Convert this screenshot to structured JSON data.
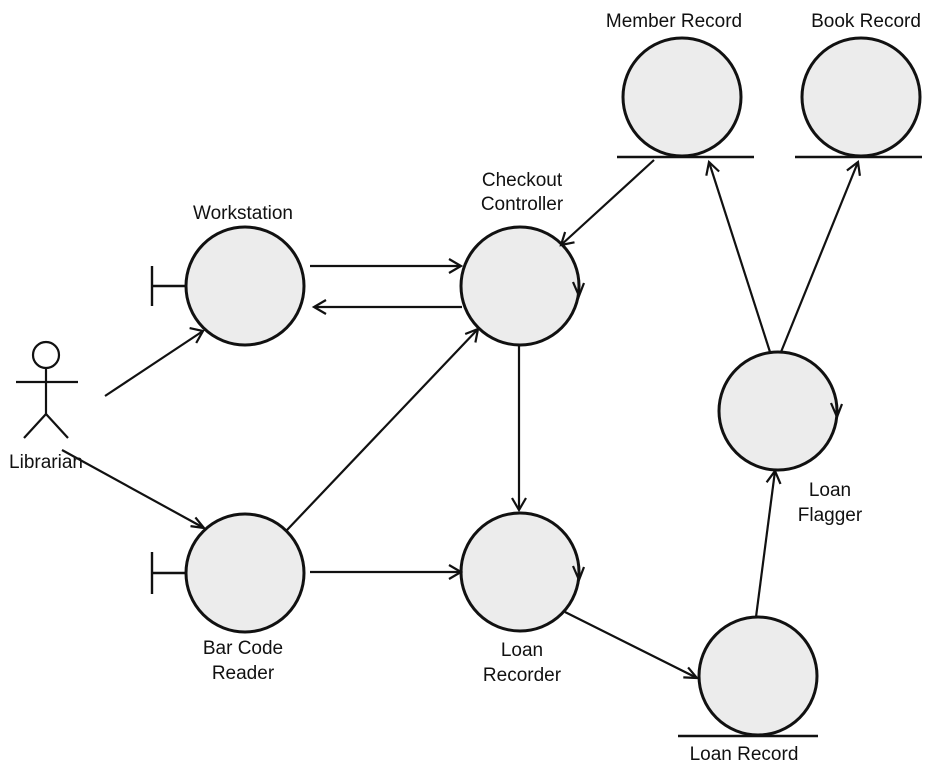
{
  "colors": {
    "node_fill": "#ececec",
    "stroke": "#111111",
    "background": "#ffffff"
  },
  "actor": {
    "label": "Librarian",
    "icon": "stick-figure-icon"
  },
  "nodes": {
    "workstation": {
      "type": "boundary",
      "label": "Workstation"
    },
    "barcode_reader": {
      "type": "boundary",
      "label_lines": [
        "Bar Code",
        "Reader"
      ]
    },
    "checkout_controller": {
      "type": "control",
      "label_lines": [
        "Checkout",
        "Controller"
      ]
    },
    "loan_recorder": {
      "type": "control",
      "label_lines": [
        "Loan",
        "Recorder"
      ]
    },
    "loan_flagger": {
      "type": "control",
      "label_lines": [
        "Loan",
        "Flagger"
      ]
    },
    "member_record": {
      "type": "entity",
      "label": "Member Record"
    },
    "book_record": {
      "type": "entity",
      "label": "Book Record"
    },
    "loan_record": {
      "type": "entity",
      "label": "Loan Record"
    }
  },
  "edges": [
    {
      "from": "librarian",
      "to": "workstation"
    },
    {
      "from": "librarian",
      "to": "barcode_reader"
    },
    {
      "from": "workstation",
      "to": "checkout_controller"
    },
    {
      "from": "checkout_controller",
      "to": "workstation"
    },
    {
      "from": "barcode_reader",
      "to": "checkout_controller"
    },
    {
      "from": "barcode_reader",
      "to": "loan_recorder"
    },
    {
      "from": "member_record",
      "to": "checkout_controller"
    },
    {
      "from": "checkout_controller",
      "to": "loan_recorder"
    },
    {
      "from": "loan_recorder",
      "to": "loan_record"
    },
    {
      "from": "loan_record",
      "to": "loan_flagger"
    },
    {
      "from": "loan_flagger",
      "to": "member_record"
    },
    {
      "from": "loan_flagger",
      "to": "book_record"
    }
  ]
}
